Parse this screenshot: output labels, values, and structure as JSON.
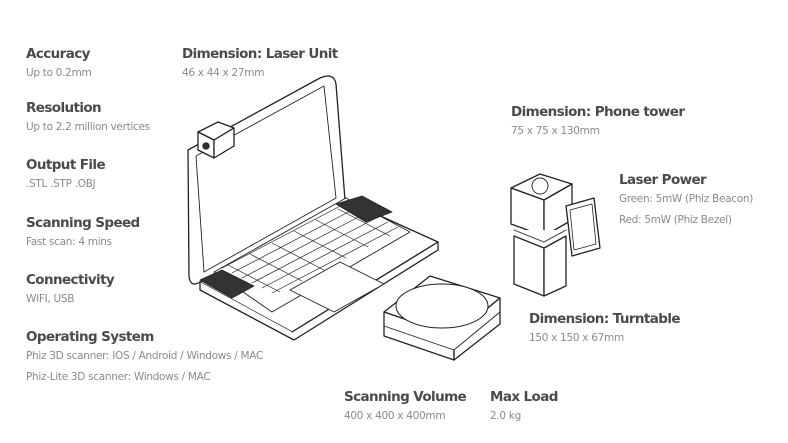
{
  "specs": {
    "accuracy": {
      "title": "Accuracy",
      "value": "Up to 0.2mm"
    },
    "resolution": {
      "title": "Resolution",
      "value": "Up to 2.2 million vertices"
    },
    "output_file": {
      "title": "Output File",
      "value": ".STL .STP .OBJ"
    },
    "scanning_speed": {
      "title": "Scanning Speed",
      "value": "Fast scan: 4 mins"
    },
    "connectivity": {
      "title": "Connectivity",
      "value": "WIFI, USB"
    },
    "operating_system": {
      "title": "Operating System",
      "values": [
        "Phiz 3D scanner: IOS / Android / Windows / MAC",
        "Phiz-Lite 3D scanner: Windows / MAC"
      ]
    },
    "laser_unit": {
      "title": "Dimension: Laser Unit",
      "value": "46 x 44 x 27mm"
    },
    "phone_tower": {
      "title": "Dimension: Phone tower",
      "value": "75 x 75 x 130mm"
    },
    "laser_power": {
      "title": "Laser Power",
      "values": [
        "Green: 5mW (Phiz Beacon)",
        "Red: 5mW (Phiz Bezel)"
      ]
    },
    "turntable": {
      "title": "Dimension: Turntable",
      "value": "150 x 150 x 67mm"
    },
    "scanning_volume": {
      "title": "Scanning Volume",
      "value": "400 x 400 x 400mm"
    },
    "max_load": {
      "title": "Max Load",
      "value": "2.0 kg"
    }
  },
  "illustrations": [
    "laptop-with-laser-unit",
    "phone-tower",
    "turntable"
  ]
}
